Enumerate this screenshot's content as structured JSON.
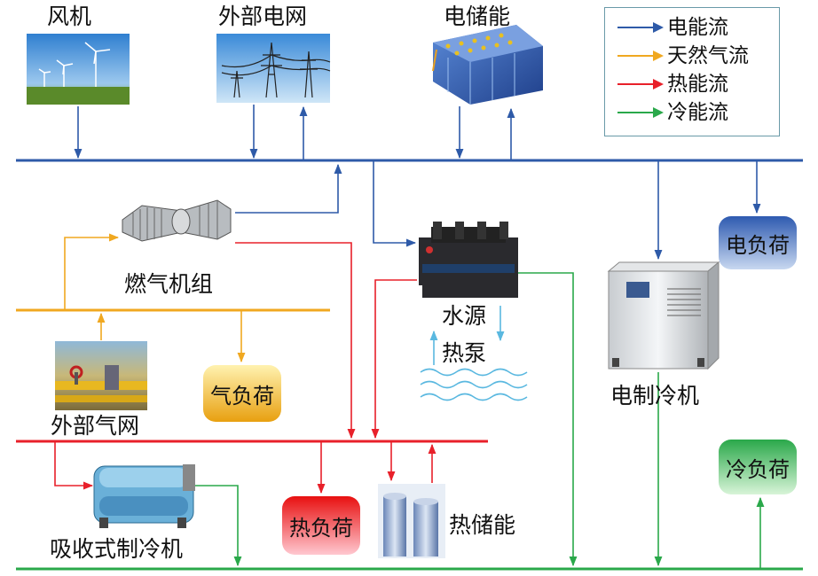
{
  "labels": {
    "wind": "风机",
    "grid": "外部电网",
    "storage_elec": "电储能",
    "gas_turbine": "燃气机组",
    "heat_pump_1": "水源",
    "heat_pump_2": "热泵",
    "gas_network": "外部气网",
    "elec_chiller": "电制冷机",
    "absorption_chiller": "吸收式制冷机",
    "heat_storage": "热储能"
  },
  "loads": {
    "electric": "电负荷",
    "gas": "气负荷",
    "heat": "热负荷",
    "cold": "冷负荷"
  },
  "legend": [
    {
      "label": "电能流",
      "color": "#2e5aa8"
    },
    {
      "label": "天然气流",
      "color": "#f0a820"
    },
    {
      "label": "热能流",
      "color": "#e8202a"
    },
    {
      "label": "冷能流",
      "color": "#2aa84a"
    }
  ],
  "colors": {
    "electric": "#2e5aa8",
    "gas": "#f0a820",
    "heat": "#e8202a",
    "cold": "#2aa84a",
    "water": "#5ab8e0"
  }
}
